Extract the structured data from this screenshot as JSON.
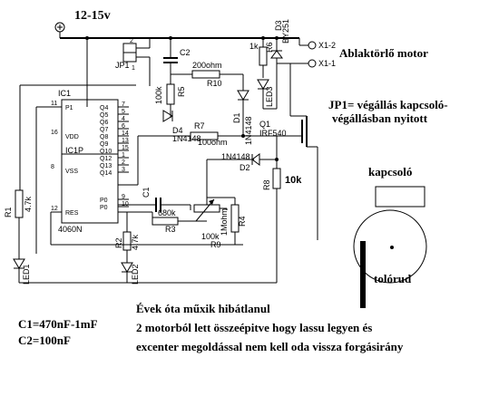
{
  "supply": {
    "voltage": "12-15v"
  },
  "components": {
    "jp1": "JP1",
    "jp1_pin1": "1",
    "jp1_pin2": "2",
    "c2": "C2",
    "r10": "R10",
    "r10_value": "200ohm",
    "r5": "R5",
    "r5_value": "100k",
    "r6": "R6",
    "r6_value": "1k",
    "d3": "D3",
    "d3_part": "BY251",
    "led3": "LED3",
    "d1": "D1",
    "d1_part": "1N4148",
    "d4": "D4",
    "d4_part": "1N4148",
    "r7": "R7",
    "r7_value": "100ohm",
    "q1": "Q1",
    "q1_part": "IRF540",
    "d2": "D2",
    "d2_part": "1N4148",
    "r8": "R8",
    "r8_value": "10k",
    "ic1": "IC1",
    "ic1p": "IC1P",
    "ic_part": "4060N",
    "c1": "C1",
    "r3": "R3",
    "r3_value": "680k",
    "r9": "R9",
    "r9_value": "100k",
    "r4": "R4",
    "r4_value": "1Mohm",
    "r1": "R1",
    "r1_value": "4.7k",
    "led1": "LED1",
    "r2": "R2",
    "r2_value": "4.7k",
    "led2": "LED2",
    "x1_2": "X1-2",
    "x1_1": "X1-1"
  },
  "ic_pins": {
    "left": [
      {
        "num": "11",
        "name": "P1"
      },
      {
        "num": "16",
        "name": "VDD"
      },
      {
        "num": "8",
        "name": "VSS"
      },
      {
        "num": "12",
        "name": "RES"
      }
    ],
    "right": [
      {
        "num": "7",
        "name": "Q4"
      },
      {
        "num": "5",
        "name": "Q5"
      },
      {
        "num": "4",
        "name": "Q6"
      },
      {
        "num": "6",
        "name": "Q7"
      },
      {
        "num": "14",
        "name": "Q8"
      },
      {
        "num": "13",
        "name": "Q9"
      },
      {
        "num": "15",
        "name": "Q10"
      },
      {
        "num": "1",
        "name": "Q12"
      },
      {
        "num": "2",
        "name": "Q13"
      },
      {
        "num": "3",
        "name": "Q14"
      },
      {
        "num": "9",
        "name": "P0"
      },
      {
        "num": "10",
        "name": "P0"
      }
    ]
  },
  "annotations": {
    "motor": "Ablaktörlő motor",
    "jp1_note_1": "JP1= végállás kapcsoló-",
    "jp1_note_2": "végállásban nyitott",
    "switch": "kapcsoló",
    "pushrod": "tolórud",
    "c1_value": "C1=470nF-1mF",
    "c2_value": "C2=100nF",
    "desc_1": "Évek óta műxik hibátlanul",
    "desc_2": "2 motorból lett összeépitve hogy lassu legyen és",
    "desc_3": "excenter megoldással nem kell oda vissza forgásirány"
  }
}
